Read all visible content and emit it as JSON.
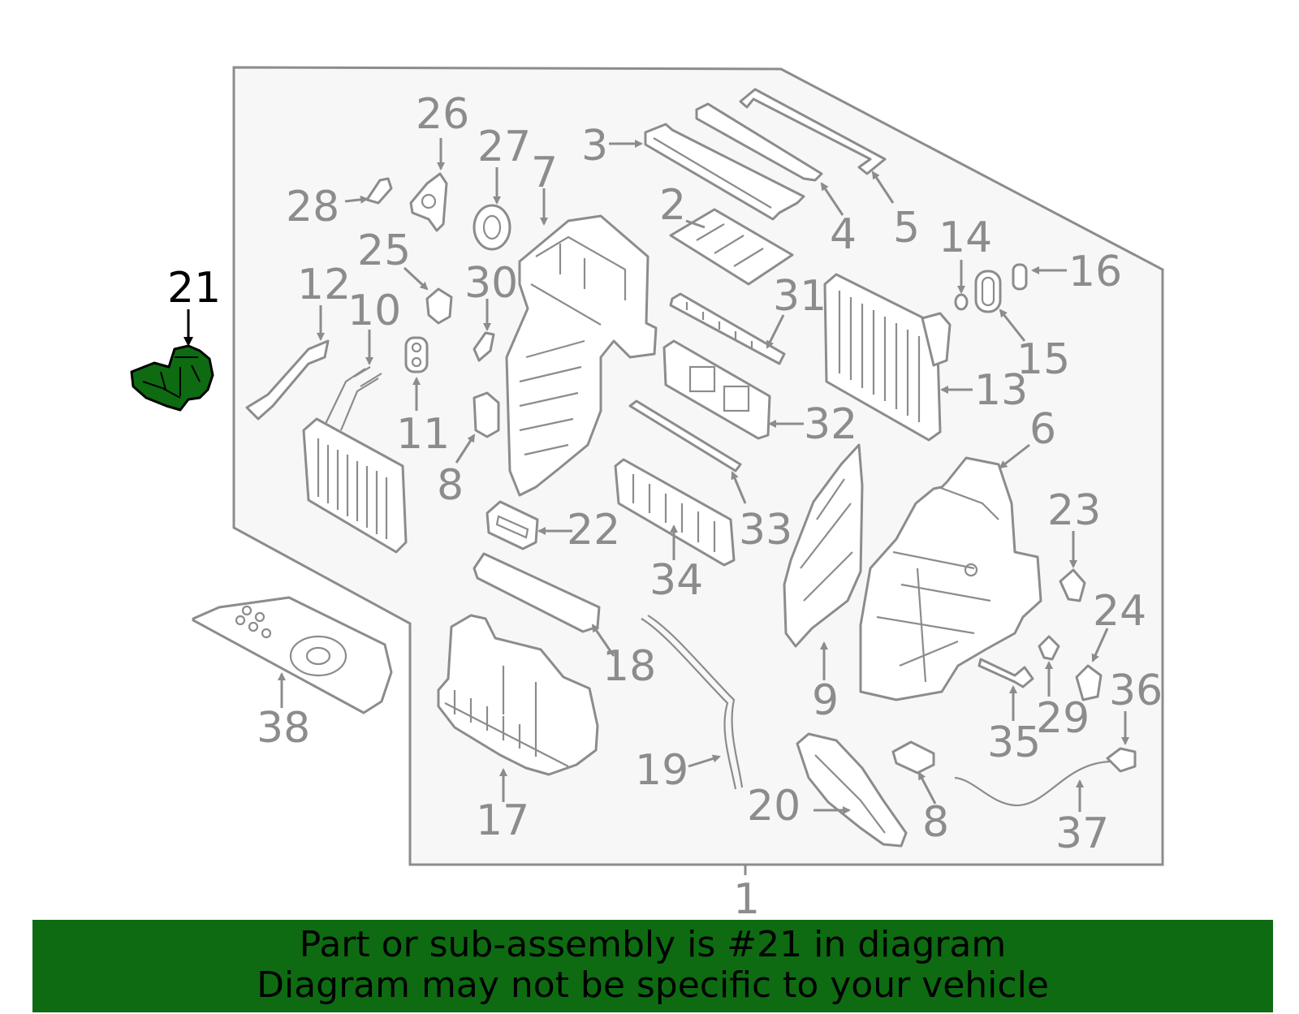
{
  "diagram": {
    "highlight_color": "#0e6b12",
    "callouts": {
      "c1": "1",
      "c2": "2",
      "c3": "3",
      "c4": "4",
      "c5": "5",
      "c6": "6",
      "c7": "7",
      "c8a": "8",
      "c8b": "8",
      "c9": "9",
      "c10": "10",
      "c11": "11",
      "c12": "12",
      "c13": "13",
      "c14": "14",
      "c15": "15",
      "c16": "16",
      "c17": "17",
      "c18": "18",
      "c19": "19",
      "c20": "20",
      "c21": "21",
      "c22": "22",
      "c23": "23",
      "c24": "24",
      "c25": "25",
      "c26": "26",
      "c27": "27",
      "c28": "28",
      "c29": "29",
      "c30": "30",
      "c31": "31",
      "c32": "32",
      "c33": "33",
      "c34": "34",
      "c35": "35",
      "c36": "36",
      "c37": "37",
      "c38": "38"
    }
  },
  "banner": {
    "line1": "Part or sub-assembly is #21 in diagram",
    "line2": "Diagram may not be specific to your vehicle"
  }
}
